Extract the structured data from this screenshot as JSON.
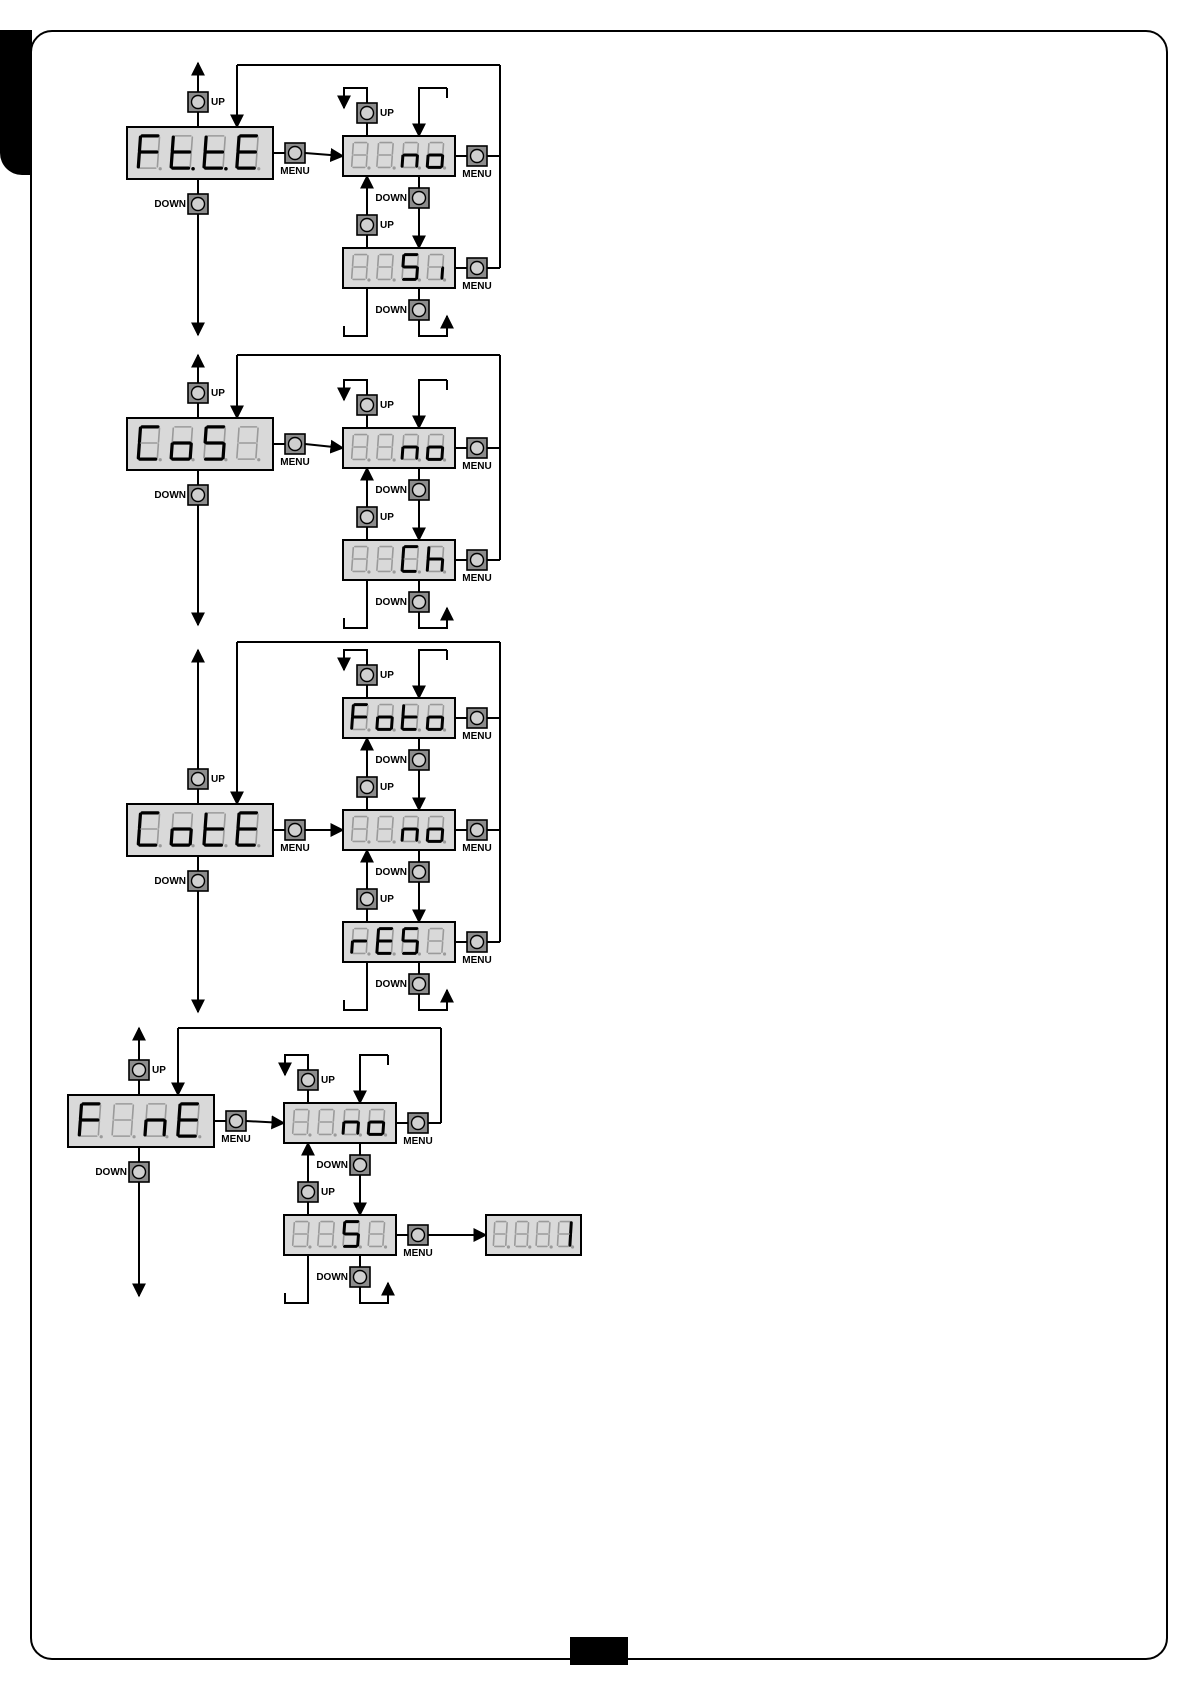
{
  "buttons": {
    "up": "UP",
    "down": "DOWN",
    "menu": "MENU"
  },
  "groups": [
    {
      "main_display": [
        "F",
        "t.",
        "t.",
        "E"
      ],
      "options": [
        [
          "",
          "",
          "n",
          "o"
        ],
        [
          "",
          "",
          "S",
          "i"
        ]
      ]
    },
    {
      "main_display": [
        "C",
        "o",
        "S",
        ""
      ],
      "options": [
        [
          "",
          "",
          "n",
          "o"
        ],
        [
          "",
          "",
          "C",
          "h"
        ]
      ]
    },
    {
      "main_display": [
        "C",
        "o",
        "t",
        "E"
      ],
      "options": [
        [
          "F",
          "o",
          "t",
          "o"
        ],
        [
          "",
          "",
          "n",
          "o"
        ],
        [
          "r",
          "E",
          "S",
          ""
        ]
      ]
    },
    {
      "main_display": [
        "F",
        "",
        "n",
        "E"
      ],
      "options": [
        [
          "",
          "",
          "n",
          "o"
        ],
        [
          "",
          "",
          "S",
          ""
        ]
      ],
      "result_display": [
        "",
        "",
        "",
        "1"
      ]
    }
  ],
  "colors": {
    "display_bg": "#d9d9d9",
    "button_bg": "#8c8c8c",
    "segment_on": "#000000",
    "segment_off": "#9a9a9a"
  }
}
